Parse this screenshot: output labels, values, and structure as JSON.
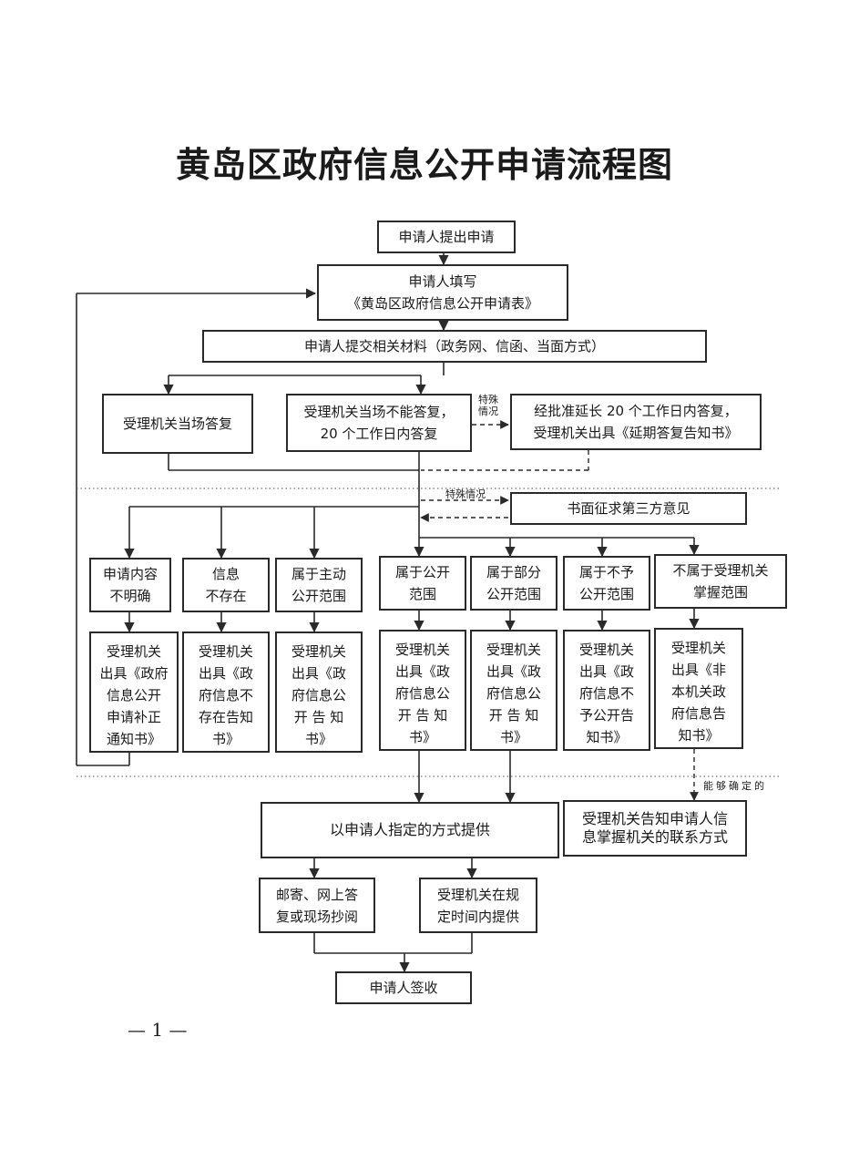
{
  "title": "黄岛区政府信息公开申请流程图",
  "nodes": {
    "apply": "申请人提出申请",
    "fill_form": "申请人填写\n《黄岛区政府信息公开申请表》",
    "submit": "申请人提交相关材料（政务网、信函、当面方式）",
    "reply_onsite": "受理机关当场答复",
    "reply_20days": "受理机关当场不能答复，\n20 个工作日内答复",
    "extend": "经批准延长 20 个工作日内答复，\n受理机关出具《延期答复告知书》",
    "third_party": "书面征求第三方意见",
    "unclear": "申请内容\n不明确",
    "not_exist": "信息\n不存在",
    "active_scope": "属于主动\n公开范围",
    "public_scope": "属于公开\n范围",
    "partial_scope": "属于部分\n公开范围",
    "not_public": "属于不予\n公开范围",
    "not_held": "不属于受理机关\n掌握范围",
    "notice_correct": "受理机关\n出具《政府\n信息公开\n申请补正\n通知书》",
    "notice_not_exist": "受理机关\n出具《政\n府信息不\n存在告知\n书》",
    "notice_active": "受理机关\n出具《政\n府信息公\n开 告 知\n书》",
    "notice_public": "受理机关\n出具《政\n府信息公\n开 告 知\n书》",
    "notice_partial": "受理机关\n出具《政\n府信息公\n开 告 知\n书》",
    "notice_not_public": "受理机关\n出具《政\n府信息不\n予公开告\n知书》",
    "notice_not_held": "受理机关\n出具《非\n本机关政\n府信息告\n知书》",
    "provide_method": "以申请人指定的方式提供",
    "contact_info": "受理机关告知申请人信\n息掌握机关的联系方式",
    "mail_online": "邮寄、网上答\n复或现场抄阅",
    "provide_time": "受理机关在规\n定时间内提供",
    "sign": "申请人签收"
  },
  "notes": {
    "special_1": "特殊\n情况",
    "special_2": "特殊情况",
    "can_determine": "能够确定的"
  },
  "page_number": "— 1 —"
}
